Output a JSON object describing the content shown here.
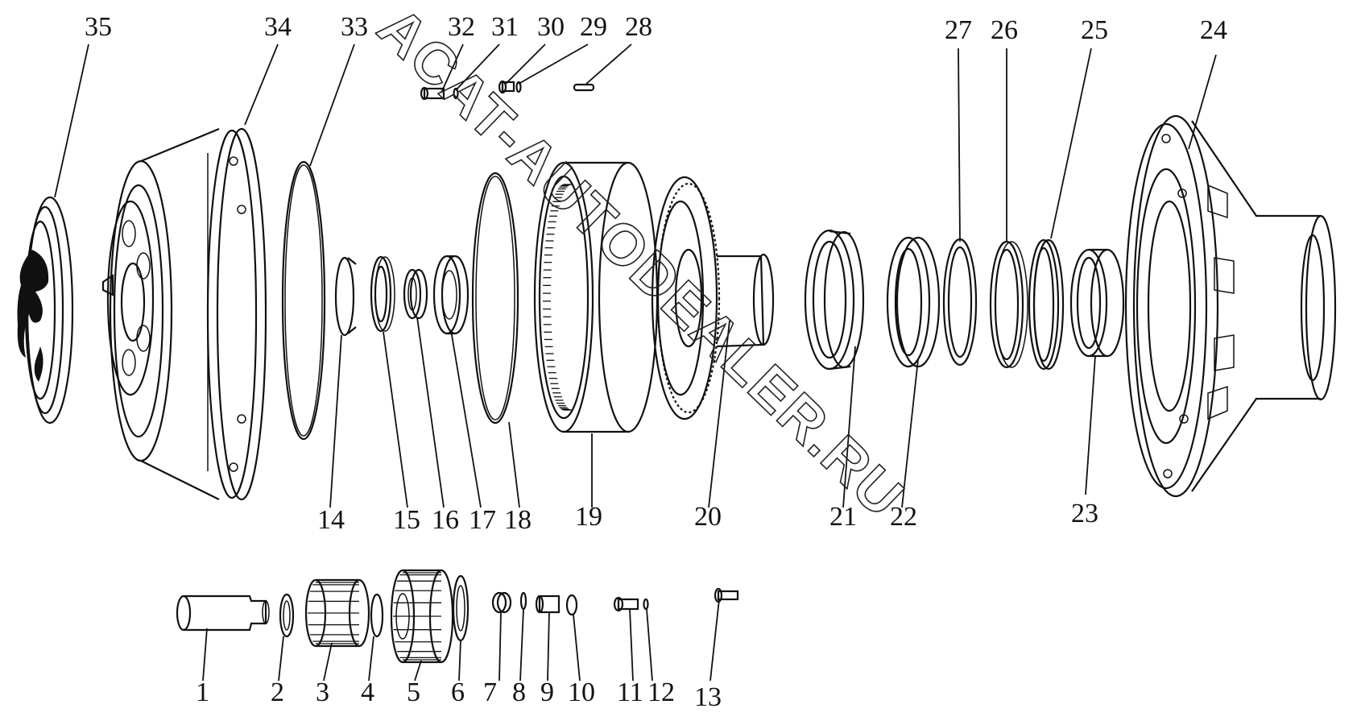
{
  "watermark": "ACAT-AUTODEALER.RU",
  "part_numbers": [
    "1",
    "2",
    "3",
    "4",
    "5",
    "6",
    "7",
    "8",
    "9",
    "10",
    "11",
    "12",
    "13",
    "14",
    "15",
    "16",
    "17",
    "18",
    "19",
    "20",
    "21",
    "22",
    "23",
    "24",
    "25",
    "26",
    "27",
    "28",
    "29",
    "30",
    "31",
    "32",
    "33",
    "34",
    "35"
  ]
}
